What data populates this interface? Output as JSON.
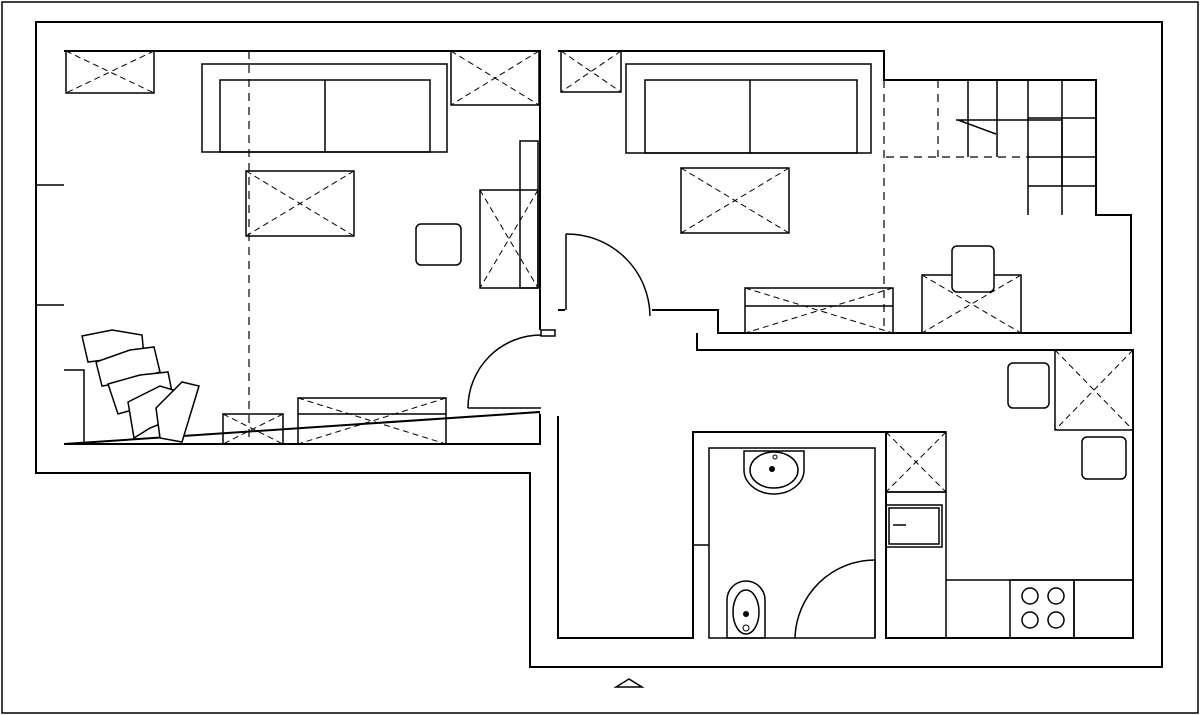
{
  "plan": {
    "rooms": [
      "living-room",
      "bedroom",
      "stair-area",
      "hall",
      "bathroom",
      "kitchen"
    ],
    "colors": {
      "line": "#000000",
      "background": "#ffffff"
    },
    "entrance_marker": "triangle-icon"
  }
}
